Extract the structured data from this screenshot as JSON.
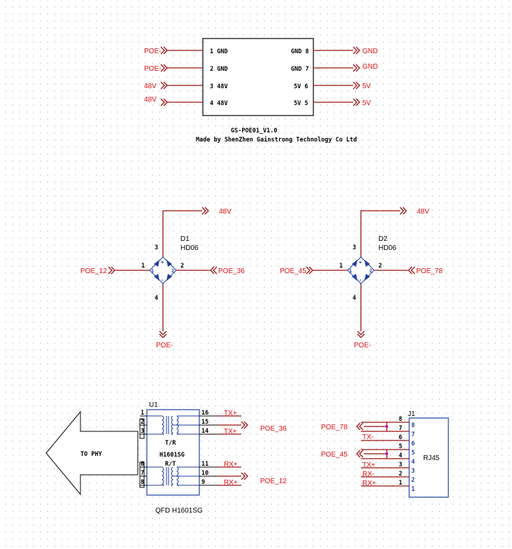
{
  "module": {
    "left_ports": [
      "POE-",
      "POE-",
      "48V",
      "48V"
    ],
    "left_pins": [
      "1 GND",
      "2 GND",
      "3 48V",
      "4 48V"
    ],
    "right_pins": [
      "GND 8",
      "GND 7",
      "5V 6",
      "5V 5"
    ],
    "right_ports": [
      "GND",
      "GND",
      "5V",
      "5V"
    ],
    "part_name": "GS-POE01_V1.0",
    "maker": "Made by ShenZhen Gainstrong Technology Co Ltd"
  },
  "d1": {
    "ref": "D1",
    "value": "HD06",
    "top_net": "48V",
    "left_net": "POE_12",
    "right_net": "POE_36",
    "bottom_net": "POE-",
    "pin_top": "3",
    "pin_left": "1",
    "pin_right": "2",
    "pin_bottom": "4"
  },
  "d2": {
    "ref": "D2",
    "value": "HD06",
    "top_net": "48V",
    "left_net": "POE_45",
    "right_net": "POE_78",
    "bottom_net": "POE-",
    "pin_top": "3",
    "pin_left": "1",
    "pin_right": "2",
    "pin_bottom": "4"
  },
  "arrow_label": "TO PHY",
  "u1": {
    "ref": "U1",
    "left_pins": [
      "1",
      "2",
      "3",
      "6",
      "7",
      "8"
    ],
    "right_pins": [
      "16",
      "15",
      "14",
      "11",
      "10",
      "9"
    ],
    "upper_label": "T/R",
    "lower_label": "R/T",
    "part_inner": "H1601SG",
    "value": "QFD H1601SG",
    "nets": [
      "TX+",
      "TX+",
      "RX+",
      "RX+"
    ],
    "port_upper": "POE_36",
    "port_lower": "POE_12"
  },
  "j1": {
    "ref": "J1",
    "name": "RJ45",
    "outer_pins": [
      "8",
      "7",
      "6",
      "5",
      "4",
      "3",
      "2",
      "1"
    ],
    "inner_pins": [
      "8",
      "7",
      "6",
      "5",
      "4",
      "3",
      "2",
      "1"
    ],
    "wire_labels": [
      "TX-",
      "TX+",
      "RX-",
      "RX+"
    ],
    "port_upper": "POE_78",
    "port_lower": "POE_45"
  }
}
